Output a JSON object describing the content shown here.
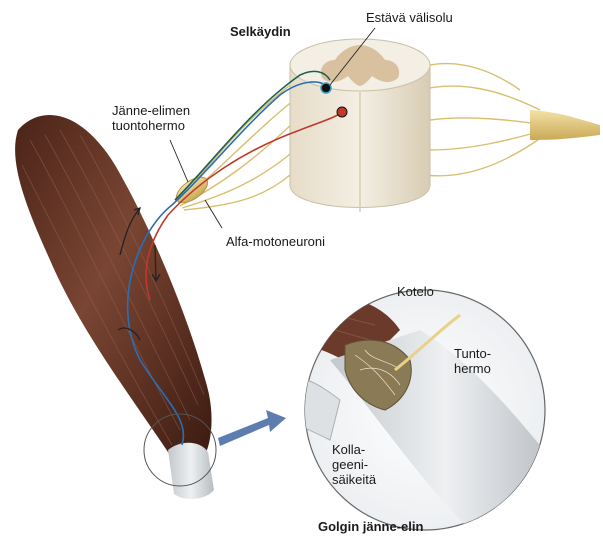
{
  "labels": {
    "spinal_cord": "Selkäydin",
    "inhibitory_interneuron": "Estävä välisolu",
    "tendon_organ_afferent": "Jänne-elimen\ntuontohermo",
    "alpha_motoneuron": "Alfa-motoneuroni",
    "capsule": "Kotelo",
    "sensory_nerve": "Tunto-\nhermo",
    "collagen_fibers": "Kolla-\ngeeni-\nsäikeitä",
    "golgi_tendon_organ": "Golgin jänne-elin"
  },
  "colors": {
    "muscle": "#6b3a2a",
    "muscle_light": "#8c5443",
    "tendon": "#d9dde0",
    "nerve": "#e8d28a",
    "sensory_path": "#2a6fb5",
    "motor_path": "#c0392b",
    "inhibitory_path": "#1f5f4f",
    "grey_matter": "#d9c1a0",
    "white_matter": "#efe9dc",
    "arrow": "#5d7db0"
  }
}
